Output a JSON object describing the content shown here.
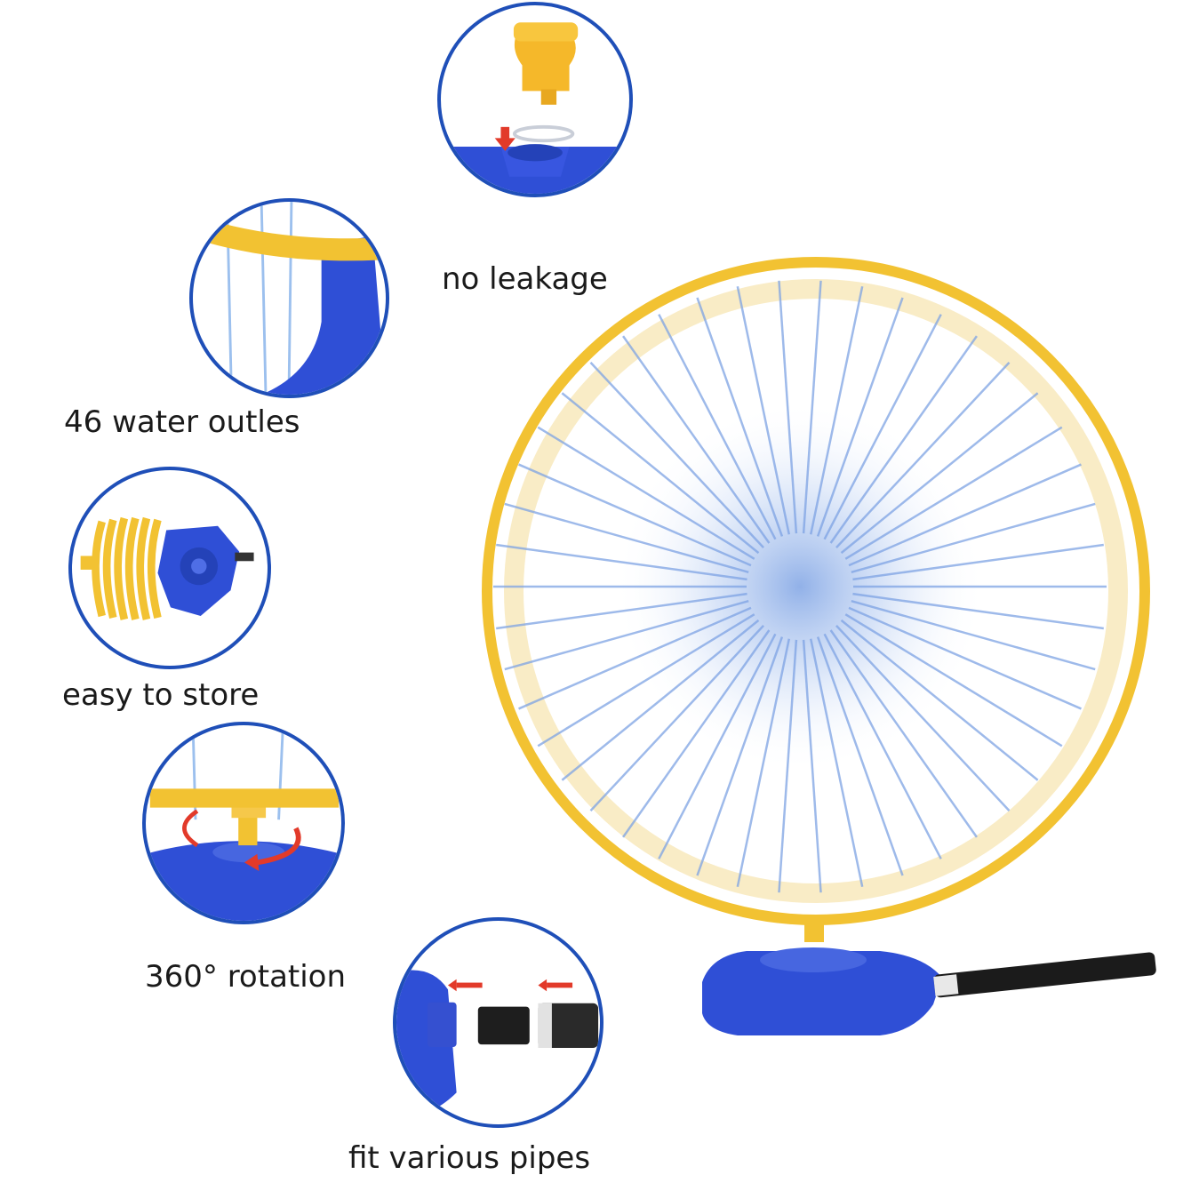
{
  "features": {
    "no_leakage": "no leakage",
    "water_outlets": "46 water outles",
    "easy_store": "easy to store",
    "rotation": "360°  rotation",
    "fit_pipes": "fit various pipes"
  },
  "colors": {
    "ring_yellow": "#f2c232",
    "base_blue": "#2f4fd6",
    "border_blue": "#1f4fb8",
    "water_blue": "#8fb1e8",
    "arrow_red": "#e23a2a"
  },
  "icons": [
    "sprinkler-ring-icon",
    "hose-connector-icon",
    "rotation-arrow-icon",
    "down-arrow-icon"
  ]
}
